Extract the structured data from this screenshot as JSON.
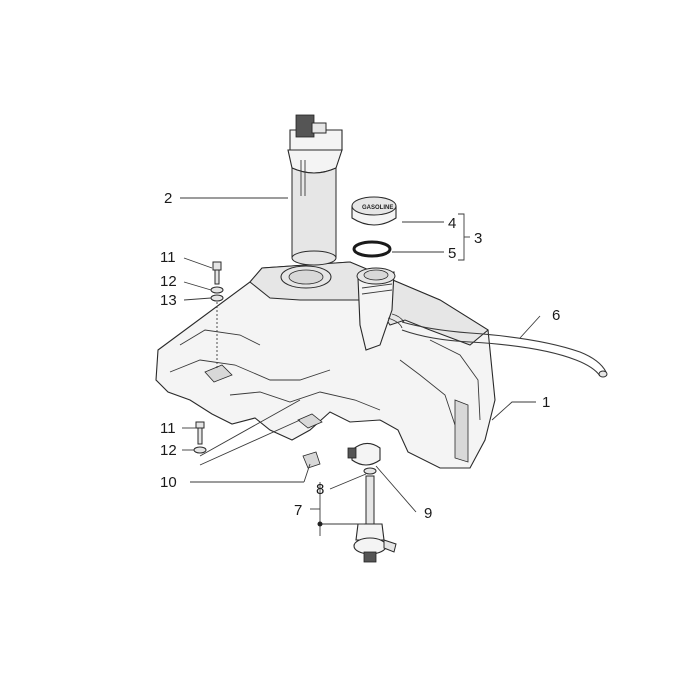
{
  "callouts": {
    "c1": "1",
    "c2": "2",
    "c3": "3",
    "c4": "4",
    "c5": "5",
    "c6": "6",
    "c7": "7",
    "c8": "8",
    "c9": "9",
    "c10": "10",
    "c11a": "11",
    "c12a": "12",
    "c13": "13",
    "c11b": "11",
    "c12b": "12"
  },
  "cap_text": "GASOLINE"
}
